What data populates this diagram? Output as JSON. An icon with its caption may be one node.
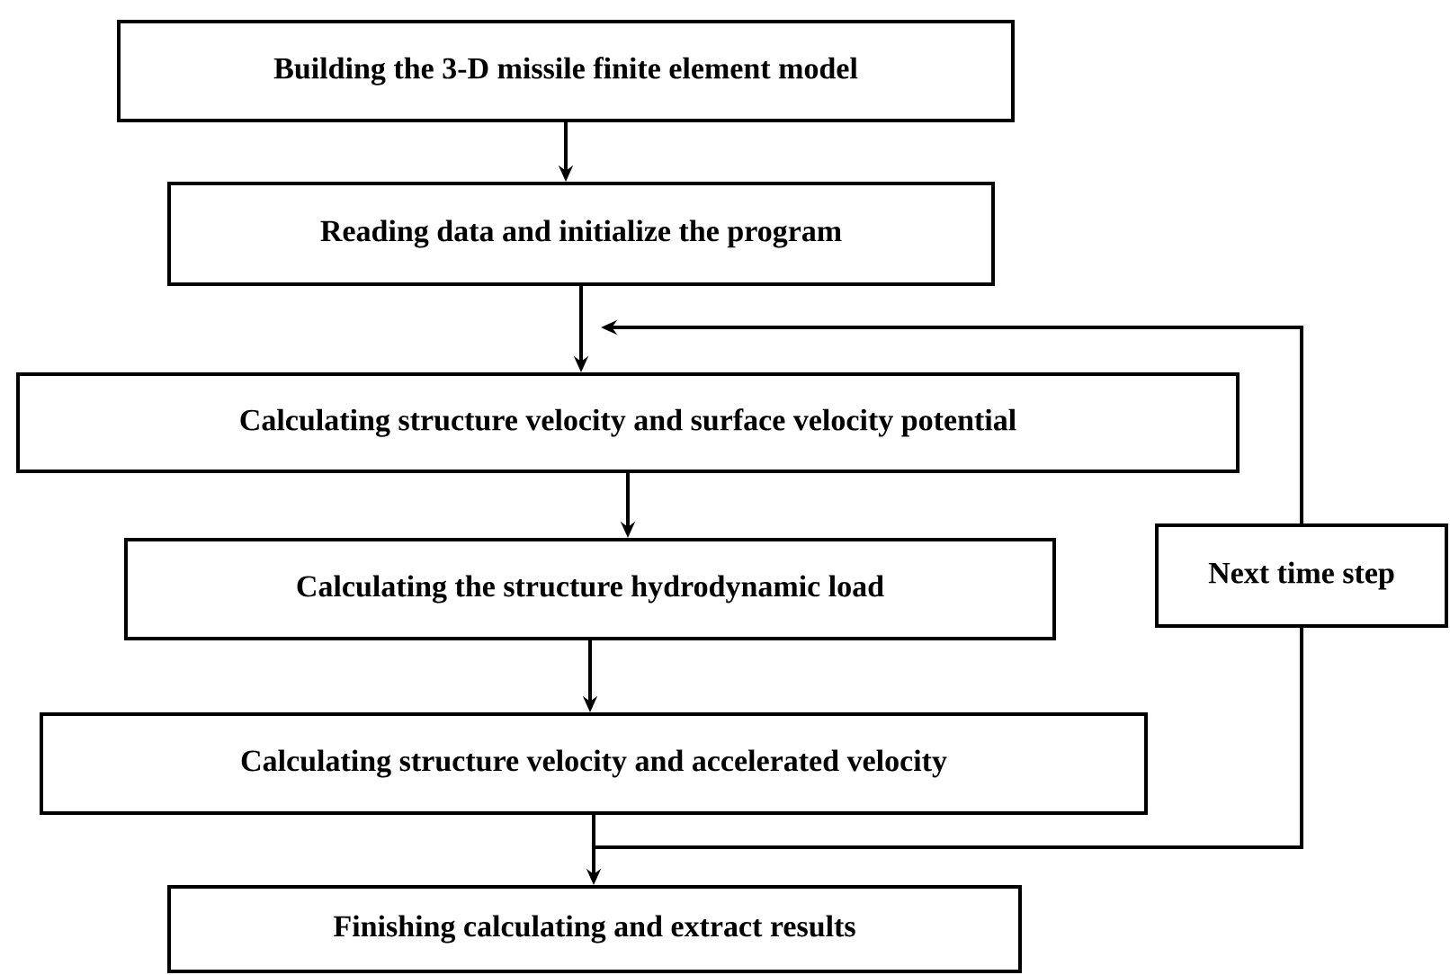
{
  "diagram": {
    "nodes": [
      {
        "text": [
          "Building the 3-D missile finite element model"
        ]
      },
      {
        "text": [
          "Reading data and initialize the program"
        ]
      },
      {
        "text": [
          "Calculating structure velocity and surface velocity potential"
        ]
      },
      {
        "text": [
          "Calculating the structure hydrodynamic load"
        ]
      },
      {
        "text": [
          "Calculating structure velocity and accelerated velocity"
        ]
      },
      {
        "text": [
          "Finishing calculating and extract results"
        ]
      },
      {
        "text": [
          "Next time step"
        ]
      }
    ],
    "edges": [
      {
        "from": 0,
        "to": 1,
        "arrow": "to"
      },
      {
        "from": 1,
        "to": 2,
        "arrow": "to"
      },
      {
        "from": 2,
        "to": 3,
        "arrow": "to"
      },
      {
        "from": 3,
        "to": 4,
        "arrow": "to"
      },
      {
        "from": 4,
        "to": 5,
        "arrow": "to"
      },
      {
        "from": 4,
        "to": 6,
        "arrow": "none"
      },
      {
        "from": 6,
        "to": 2,
        "arrow": "to"
      }
    ]
  }
}
